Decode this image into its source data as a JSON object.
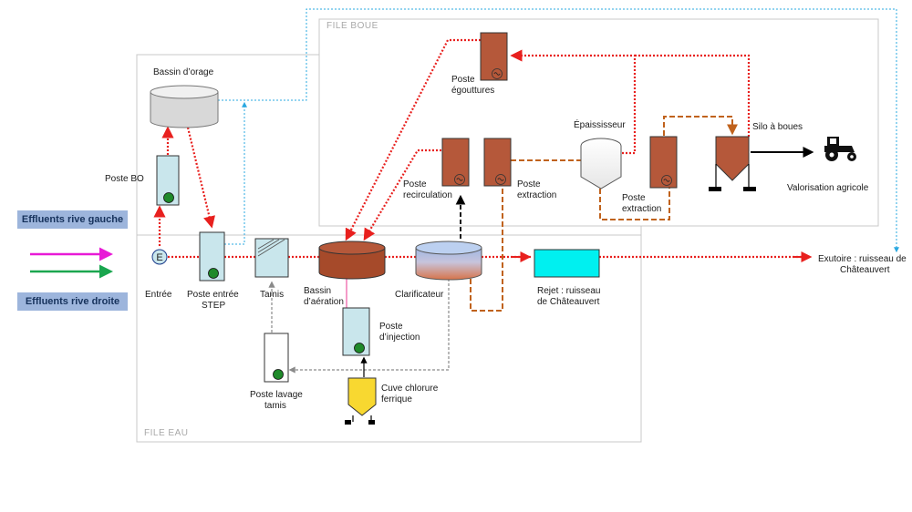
{
  "zones": {
    "file_eau": "FILE EAU",
    "file_boue": "FILE BOUE"
  },
  "legend": {
    "rive_gauche": "Effluents  rive gauche",
    "rive_droite": "Effluents  rive droite",
    "colors": {
      "rive_gauche": "#e81ad6",
      "rive_droite": "#1aa64f"
    }
  },
  "labels": {
    "bassin_orage": "Bassin d’orage",
    "poste_bo": "Poste BO",
    "entree": "Entrée",
    "entree_symbol": "E",
    "poste_entree_1": "Poste entrée",
    "poste_entree_2": "STEP",
    "tamis": "Tamis",
    "bassin_aeration_1": "Bassin",
    "bassin_aeration_2": "d’aération",
    "clarificateur": "Clarificateur",
    "poste_injection_1": "Poste",
    "poste_injection_2": "d’injection",
    "poste_lavage_1": "Poste lavage",
    "poste_lavage_2": "tamis",
    "cuve_1": "Cuve  chlorure",
    "cuve_2": "ferrique",
    "rejet_1": "Rejet : ruisseau",
    "rejet_2": "de Châteauvert",
    "exutoire_1": "Exutoire : ruisseau de",
    "exutoire_2": "Châteauvert",
    "poste_egouttures_1": "Poste",
    "poste_egouttures_2": "égouttures",
    "poste_recirc_1": "Poste",
    "poste_recirc_2": "recirculation",
    "poste_extraction_1": "Poste",
    "poste_extraction_2": "extraction",
    "epaississeur": "Épaississeur",
    "poste_extraction2_1": "Poste",
    "poste_extraction2_2": "extraction",
    "silo": "Silo à boues",
    "valorisation": "Valorisation agricole"
  },
  "colors": {
    "water_flow": "#e8201e",
    "sludge_flow": "#c0621c",
    "overflow": "#2aa8e0",
    "wash_flow": "#8a8a8a",
    "recirc_flow": "#000000",
    "pump_station": "#c9e6ec",
    "sludge_station": "#b5583a",
    "aeration_tank": "#a64a2a",
    "rejet": "#00f0f0",
    "cuve": "#f8d830",
    "pump": "#1f8a2a"
  }
}
